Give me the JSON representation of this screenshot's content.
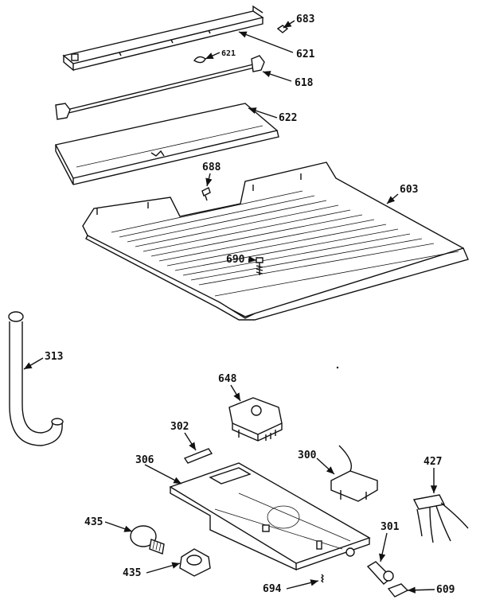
{
  "callouts": {
    "c683": "683",
    "c621a": "621",
    "c621b": "621",
    "c618": "618",
    "c622": "622",
    "c688": "688",
    "c603": "603",
    "c690": "690",
    "c313": "313",
    "c648": "648",
    "c302": "302",
    "c306": "306",
    "c300": "300",
    "c427": "427",
    "c435a": "435",
    "c435b": "435",
    "c301": "301",
    "c694": "694",
    "c609": "609"
  }
}
